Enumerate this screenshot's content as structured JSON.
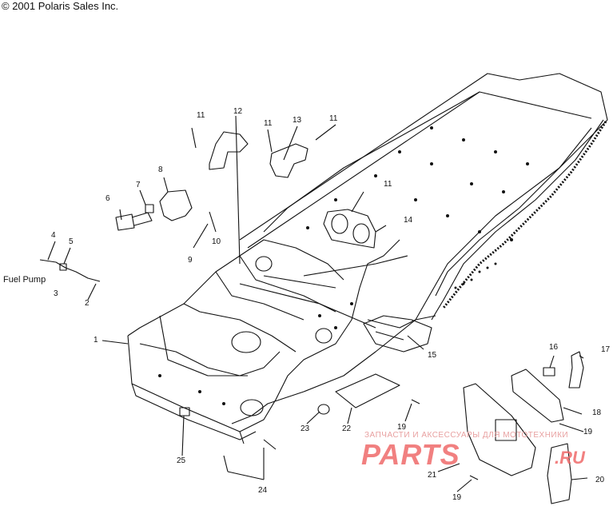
{
  "copyright": "© 2001 Polaris Sales Inc.",
  "fuel_pump_label": "Fuel Pump",
  "callouts": [
    "1",
    "2",
    "3",
    "4",
    "5",
    "6",
    "7",
    "8",
    "9",
    "10",
    "11",
    "11",
    "11",
    "11",
    "12",
    "13",
    "14",
    "15",
    "16",
    "17",
    "18",
    "19",
    "19",
    "19",
    "20",
    "21",
    "22",
    "23",
    "24",
    "25"
  ],
  "watermark": {
    "top_text": "ЗАПЧАСТИ И АКСЕССУАРЫ ДЛЯ МОТОТЕХНИКИ",
    "logo_text": "PARTS",
    "logo_suffix": ".RU",
    "color": "#ef6a6a"
  },
  "line_color": "#111111"
}
